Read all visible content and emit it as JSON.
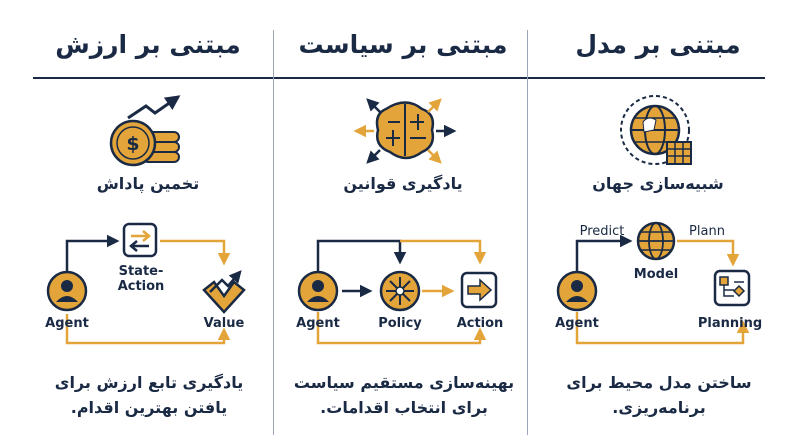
{
  "columns": [
    {
      "title": "مبتنی بر ارزش",
      "subtitle": "تخمین پاداش",
      "description_line1": "یادگیری تابع ارزش برای",
      "description_line2": "یافتن بهترین اقدام.",
      "nodes": {
        "agent": "Agent",
        "state_action_1": "State-",
        "state_action_2": "Action",
        "value": "Value"
      },
      "icons": [
        "coin-stack-growth-icon",
        "user-icon",
        "swap-arrows-icon",
        "value-chart-icon"
      ]
    },
    {
      "title": "مبتنی بر سیاست",
      "subtitle": "یادگیری قوانین",
      "description_line1": "بهینه‌سازی مستقیم سیاست",
      "description_line2": "برای انتخاب اقدامات.",
      "nodes": {
        "agent": "Agent",
        "policy": "Policy",
        "action": "Action"
      },
      "icons": [
        "brain-arrows-icon",
        "user-icon",
        "policy-compass-icon",
        "action-arrow-icon"
      ]
    },
    {
      "title": "مبتنی بر مدل",
      "subtitle": "شبیه‌سازی جهان",
      "description_line1": "ساختن مدل محیط برای",
      "description_line2": "برنامه‌ریزی.",
      "nodes": {
        "agent": "Agent",
        "model": "Model",
        "planning": "Planning",
        "predict": "Predict",
        "plann": "Plann"
      },
      "icons": [
        "globe-grid-icon",
        "user-icon",
        "globe-icon",
        "planning-flow-icon"
      ]
    }
  ],
  "colors": {
    "navy": "#1a2a44",
    "gold": "#e3a53a",
    "divider": "#9aa6b8"
  }
}
